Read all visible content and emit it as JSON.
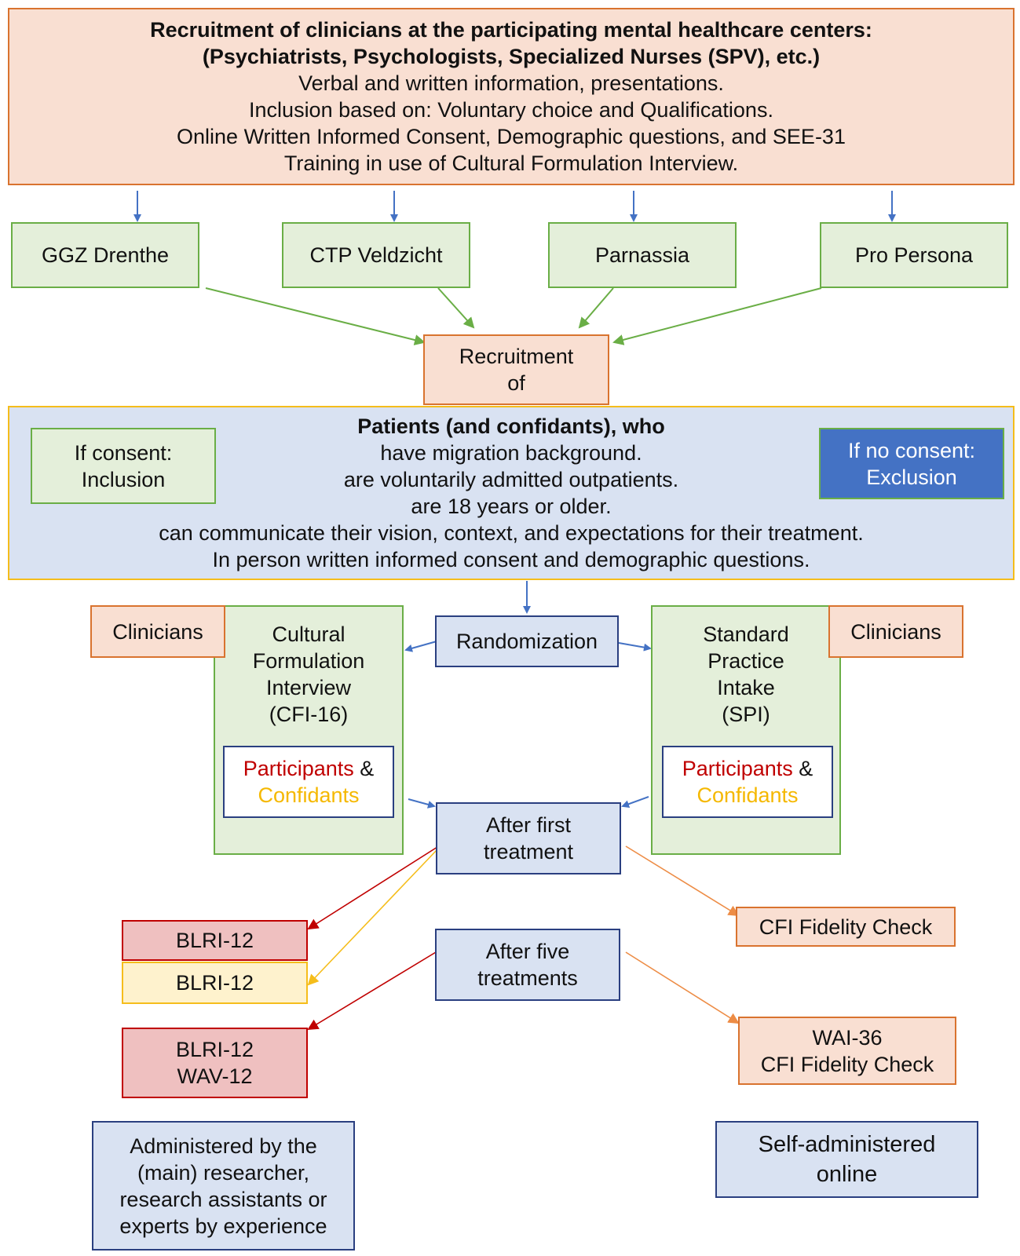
{
  "header": {
    "line1": "Recruitment of clinicians at the participating mental healthcare centers:",
    "line2": "(Psychiatrists, Psychologists, Specialized Nurses (SPV), etc.)",
    "line3": "Verbal and written information, presentations.",
    "line4": "Inclusion based on: Voluntary choice and Qualifications.",
    "line5": "Online Written Informed Consent, Demographic questions, and SEE-31",
    "line6": "Training in use of Cultural Formulation Interview."
  },
  "centers": [
    "GGZ Drenthe",
    "CTP Veldzicht",
    "Parnassia",
    "Pro Persona"
  ],
  "recruitment_of": {
    "line1": "Recruitment",
    "line2": "of"
  },
  "patients": {
    "title": "Patients (and confidants), who",
    "lines": [
      "have migration background.",
      "are voluntarily admitted outpatients.",
      "are 18 years or older.",
      "can communicate their vision, context, and expectations for their treatment.",
      "In person written informed consent and demographic questions."
    ],
    "consent": {
      "line1": "If consent:",
      "line2": "Inclusion"
    },
    "no_consent": {
      "line1": "If no consent:",
      "line2": "Exclusion"
    }
  },
  "randomization": "Randomization",
  "clinicians_label": "Clinicians",
  "cfi_arm": {
    "lines": [
      "Cultural",
      "Formulation",
      "Interview",
      "(CFI-16)"
    ]
  },
  "spi_arm": {
    "lines": [
      "Standard",
      "Practice",
      "Intake",
      "(SPI)"
    ]
  },
  "participants_box": {
    "participants": "Participants",
    "amp": " &",
    "confidants": "Confidants"
  },
  "after_first": {
    "line1": "After first",
    "line2": "treatment"
  },
  "after_five": {
    "line1": "After five",
    "line2": "treatments"
  },
  "blrl_participants": "BLRI-12",
  "blrl_confidants": "BLRI-12",
  "blrl_wav": {
    "line1": "BLRI-12",
    "line2": "WAV-12"
  },
  "cfi_fidelity": "CFI Fidelity Check",
  "wai_box": {
    "line1": "WAI-36",
    "line2": "CFI Fidelity Check"
  },
  "administered": {
    "lines": [
      "Administered by the",
      "(main) researcher,",
      "research assistants or",
      "experts by experience"
    ]
  },
  "self_administered": {
    "line1": "Self-administered",
    "line2": "online"
  },
  "colors": {
    "peach_fill": "#f9dfd2",
    "peach_border": "#d9732f",
    "green_fill": "#e4efda",
    "green_border": "#6aae46",
    "blue_fill": "#d9e2f2",
    "blue_border": "#2a3f80",
    "dark_blue_fill": "#4472c4",
    "red_fill": "#efc0c0",
    "red_border": "#c00000",
    "yellow_fill": "#fef2cd",
    "yellow_border": "#f5bd1b",
    "participants_text": "#c00000",
    "confidants_text": "#f5b800"
  }
}
